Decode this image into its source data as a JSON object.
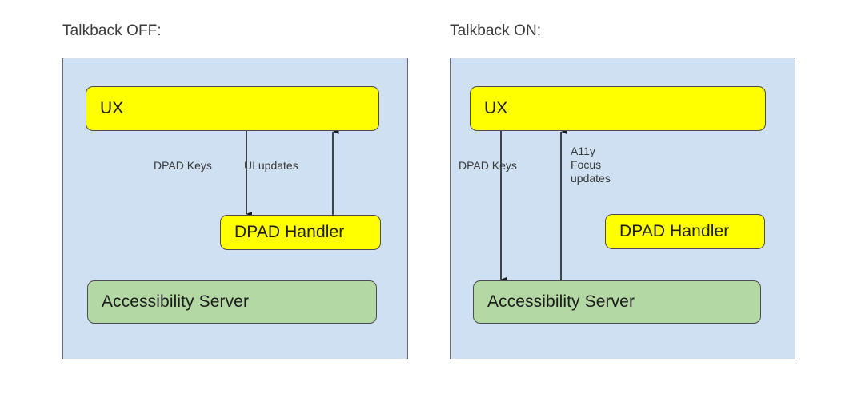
{
  "diagram": {
    "title_off": "Talkback OFF:",
    "title_on": "Talkback ON:",
    "colors": {
      "panel_background": "#cfe0f2",
      "panel_border": "#6b6b6b",
      "node_yellow": "#ffff00",
      "node_green": "#b4d8a4",
      "node_border": "#4d4d4d",
      "text": "#1c1c1c",
      "label_text": "#3a3a3a",
      "arrow": "#1c1c1c",
      "page_background": "#ffffff"
    }
  },
  "panel_off": {
    "title": "Talkback OFF:",
    "nodes": {
      "ux": "UX",
      "dpad_handler": "DPAD Handler",
      "accessibility_server": "Accessibility Server"
    },
    "edges": [
      {
        "label": "DPAD Keys",
        "from": "UX",
        "to": "DPAD Handler",
        "direction": "down"
      },
      {
        "label": "UI updates",
        "from": "DPAD Handler",
        "to": "UX",
        "direction": "up"
      }
    ]
  },
  "panel_on": {
    "title": "Talkback ON:",
    "nodes": {
      "ux": "UX",
      "dpad_handler": "DPAD Handler",
      "accessibility_server": "Accessibility Server"
    },
    "edges": [
      {
        "label": "DPAD Keys",
        "from": "UX",
        "to": "Accessibility Server",
        "direction": "down"
      },
      {
        "label_line1": "A11y",
        "label_line2": "Focus",
        "label_line3": "updates",
        "from": "Accessibility Server",
        "to": "UX",
        "direction": "up"
      }
    ]
  }
}
